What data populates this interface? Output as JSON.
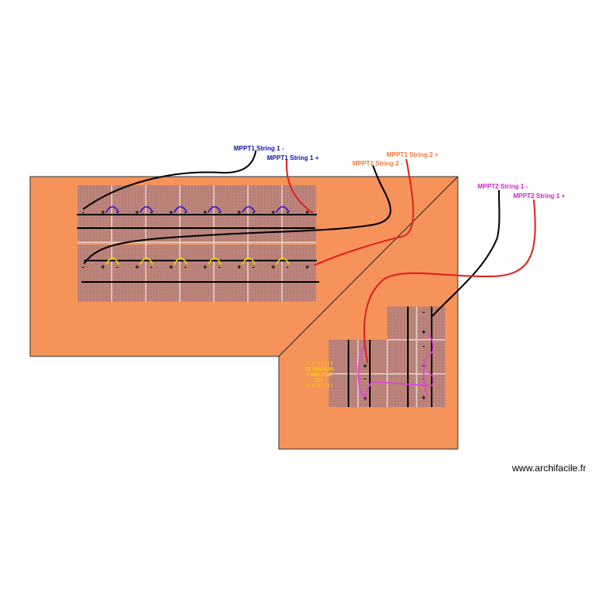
{
  "colors": {
    "roof": "#f5935a",
    "panel": "#b77f76",
    "panel_grid": "#c98f86",
    "mppt1_string1": "#1010b0",
    "mppt1_string2": "#e8783a",
    "mppt2_string1": "#d020d0",
    "wire_negative": "#000000",
    "wire_positive": "#e0201c",
    "jumper_row1": "#3a1ad0",
    "jumper_row2": "#f0d000",
    "jumper_section2": "#e040e0",
    "warning": "#ffd400"
  },
  "labels": {
    "mppt1_string1_neg": "MPPT1 String 1 -",
    "mppt1_string1_pos": "MPPT1 String 1 +",
    "mppt1_string2_pos": "MPPT1 String 2 +",
    "mppt1_string2_neg": "MPPT1 String 2 -",
    "mppt2_string1_neg": "MPPT2 String 1 -",
    "mppt2_string1_pos": "MPPT2 String 1 +"
  },
  "warning_text": [
    "! ! ! ! ! ! ! ! !",
    "ATTENTION",
    "CABLAGE",
    "ICI",
    "! ! ! ! ! ! ! ! !"
  ],
  "watermark": "www.archifacile.fr",
  "section1": {
    "row1_terminals": [
      "-",
      "+",
      "-",
      "+",
      "-",
      "+",
      "-",
      "+",
      "-",
      "+",
      "-",
      "+",
      "-",
      "+"
    ],
    "row2_terminals": [
      "-",
      "+",
      "-",
      "+",
      "-",
      "+",
      "-",
      "+",
      "-",
      "+",
      "-",
      "+",
      "-",
      "+"
    ]
  },
  "section2": {
    "terminals": [
      "-",
      "+",
      "-",
      "+",
      "-",
      "+",
      "-",
      "+",
      "-",
      "+"
    ]
  }
}
